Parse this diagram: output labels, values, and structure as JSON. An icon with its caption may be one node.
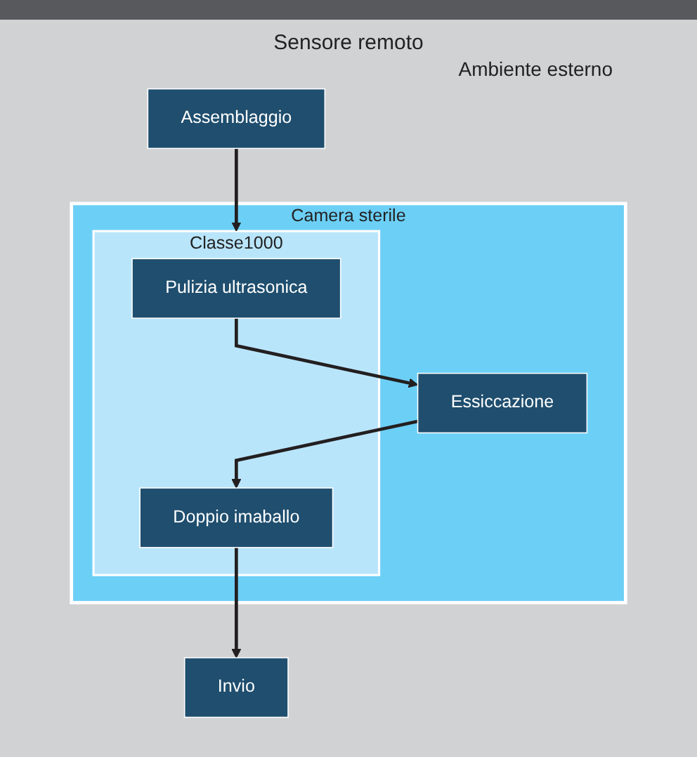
{
  "diagram": {
    "title": "Sensore remoto",
    "nodes": [
      {
        "text": [
          "Assemblaggio"
        ]
      },
      {
        "text": [
          "Camera sterile"
        ]
      },
      {
        "text": [
          "Classe1000"
        ],
        "in": 1
      },
      {
        "text": [
          "Pulizia ultrasonica"
        ],
        "in": 2
      },
      {
        "text": [
          "Essiccazione"
        ],
        "in": 1
      },
      {
        "text": [
          "Doppio imaballo"
        ],
        "in": 2
      },
      {
        "text": [
          "Invio"
        ]
      }
    ],
    "edges": [
      {
        "from": 0,
        "to": 2,
        "arrow": "to"
      },
      {
        "from": 3,
        "to": 4,
        "arrow": "to"
      },
      {
        "from": 4,
        "to": 5,
        "arrow": "to"
      },
      {
        "from": 5,
        "to": 6,
        "arrow": "to"
      }
    ],
    "labels": [
      "Ambiente esterno"
    ]
  }
}
